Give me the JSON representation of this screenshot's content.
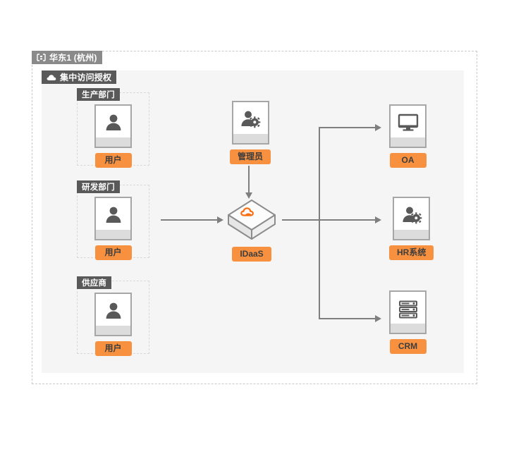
{
  "region": {
    "label": "华东1 (杭州)",
    "icon": "region-bracket-icon",
    "chip_color": "#8a8a8a"
  },
  "panel": {
    "label": "集中访问授权",
    "icon": "cloud-icon",
    "chip_color": "#595959",
    "background": "#f5f5f5"
  },
  "theme": {
    "accent": "#f8913f",
    "card_border": "#a6a6a6",
    "connector": "#7f7f7f",
    "dashed_border": "#c9c9c9"
  },
  "groups": [
    {
      "label": "生产部门",
      "node": {
        "caption": "用户",
        "icon": "user-icon"
      }
    },
    {
      "label": "研发部门",
      "node": {
        "caption": "用户",
        "icon": "user-icon"
      }
    },
    {
      "label": "供应商",
      "node": {
        "caption": "用户",
        "icon": "user-icon"
      }
    }
  ],
  "admin": {
    "caption": "管理员",
    "icon": "user-gear-icon"
  },
  "idaas": {
    "caption": "IDaaS",
    "icon": "cloud-cube-icon"
  },
  "services": [
    {
      "caption": "OA",
      "icon": "monitor-icon"
    },
    {
      "caption": "HR系统",
      "icon": "user-gear-icon"
    },
    {
      "caption": "CRM",
      "icon": "server-stack-icon"
    }
  ]
}
